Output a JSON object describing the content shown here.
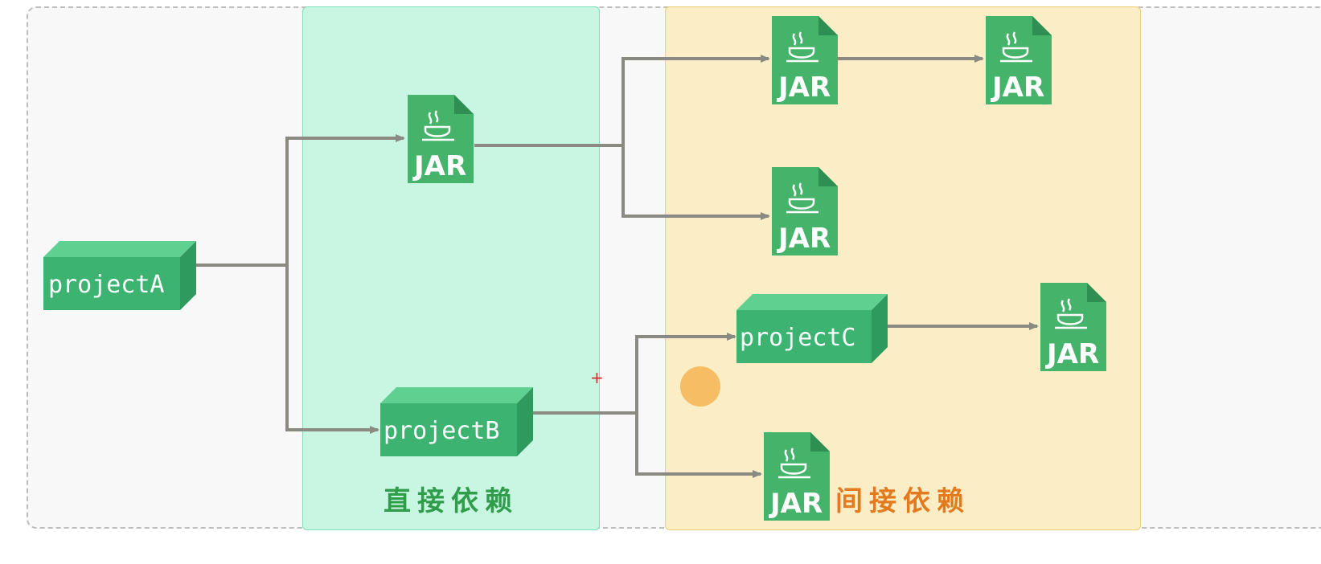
{
  "regions": {
    "direct": {
      "label": "直接依赖"
    },
    "indirect": {
      "label": "间接依赖"
    }
  },
  "nodes": {
    "projectA": "projectA",
    "projectB": "projectB",
    "projectC": "projectC"
  },
  "jar_label": "JAR",
  "icons": {
    "jar": "jar-file-icon",
    "java": "java-cup-icon",
    "cursor": "cursor-highlight-icon",
    "crosshair": "crosshair-icon"
  },
  "colors": {
    "direct_fill": "#c9f5e3",
    "indirect_fill": "#fbeec6",
    "node_green": "#3cb371",
    "jar_green": "#46b36b",
    "arrow_gray": "#8a8a82"
  },
  "crosshair_symbol": "+"
}
